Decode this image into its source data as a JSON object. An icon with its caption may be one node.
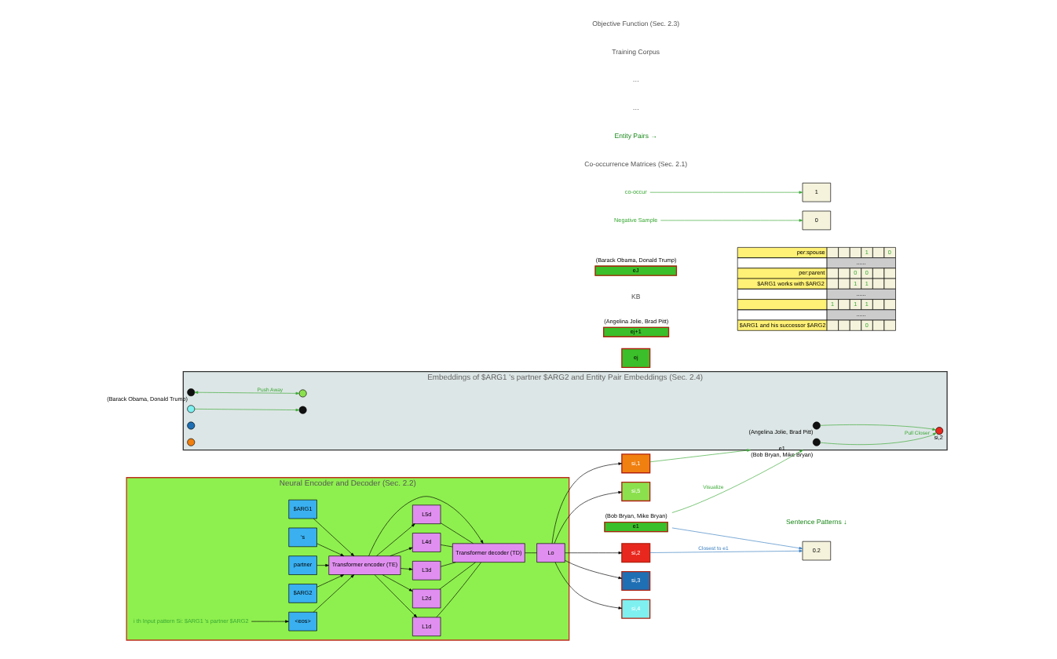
{
  "diagram": {
    "nodes": [
      {
        "text": [
          "Embeddings of $ARG1 's partner $ARG2 and Entity Pair Embeddings (Sec. 2.4)"
        ]
      },
      {
        "text": [],
        "shape": "circle",
        "in": 0,
        "beside": [
          "(Barack Obama, Donald Trump)"
        ]
      },
      {
        "text": [],
        "shape": "circle",
        "in": 0
      },
      {
        "text": [],
        "shape": "circle",
        "in": 0
      },
      {
        "text": [],
        "shape": "circle",
        "in": 0
      },
      {
        "text": [],
        "shape": "circle",
        "in": 0
      },
      {
        "text": [],
        "shape": "circle",
        "in": 0
      },
      {
        "text": [],
        "shape": "circle",
        "in": 0,
        "beside": [
          "si,2"
        ]
      },
      {
        "text": [],
        "shape": "circle",
        "in": 0,
        "beside": [
          "(Angelina Jolie, Brad Pitt)"
        ]
      },
      {
        "text": [],
        "shape": "circle",
        "in": 0,
        "beside": [
          "e1",
          "(Bob Bryan, Mike Bryan)"
        ]
      },
      {
        "text": [
          "Neural Encoder and Decoder (Sec. 2.2)"
        ]
      },
      {
        "text": [
          "$ARG1"
        ],
        "in": 10
      },
      {
        "text": [
          "‘s"
        ],
        "in": 10
      },
      {
        "text": [
          "partner"
        ],
        "in": 10
      },
      {
        "text": [
          "$ARG2"
        ],
        "in": 10
      },
      {
        "text": [
          "<eos>"
        ],
        "in": 10
      },
      {
        "text": [
          "Transformer encoder (TE)"
        ],
        "in": 10
      },
      {
        "text": [
          "L1d"
        ],
        "in": 10
      },
      {
        "text": [
          "L2d"
        ],
        "in": 10
      },
      {
        "text": [
          "L3d"
        ],
        "in": 10
      },
      {
        "text": [
          "L4d"
        ],
        "in": 10
      },
      {
        "text": [
          "L5d"
        ],
        "in": 10
      },
      {
        "text": [
          "Transformer decoder (TD)"
        ],
        "in": 10
      },
      {
        "text": [
          "Lo"
        ],
        "in": 10
      },
      {
        "text": [
          "i th Input pattern Si: $ARG1 's partner $ARG2"
        ],
        "in": 10
      },
      {
        "text": [
          "si,1"
        ]
      },
      {
        "text": [
          "si,2"
        ]
      },
      {
        "text": [
          "si,3"
        ]
      },
      {
        "text": [
          "si,4"
        ]
      },
      {
        "text": [
          "si,5"
        ]
      },
      {
        "text": [
          "e1"
        ],
        "beside": [
          "(Bob Bryan, Mike Bryan)"
        ]
      },
      {
        "text": [
          "ej"
        ]
      },
      {
        "text": [
          "ej+1"
        ],
        "beside": [
          "(Angelina Jolie, Brad Pitt)"
        ]
      },
      {
        "text": [
          "eJ"
        ],
        "beside": [
          "(Barack Obama, Donald Trump)"
        ]
      },
      {
        "text": [
          "0.2"
        ]
      },
      {
        "text": [
          "0"
        ]
      },
      {
        "text": [
          "1"
        ]
      },
      {
        "text": [
          "Negative Sample"
        ]
      },
      {
        "text": [
          "co-occur"
        ]
      }
    ],
    "edges": [
      {
        "from": 1,
        "to": 2,
        "arrow": "both",
        "label": "Push Away",
        "color": "#3aa935"
      },
      {
        "from": 4,
        "to": 3,
        "arrow": "to",
        "color": "#3aa935"
      },
      {
        "from": 8,
        "to": 7,
        "arrow": "to",
        "color": "#3aa935"
      },
      {
        "from": 9,
        "to": 7,
        "arrow": "to",
        "label": "Pull Closer",
        "color": "#3aa935"
      },
      {
        "from": 11,
        "to": 16,
        "arrow": "to"
      },
      {
        "from": 12,
        "to": 16,
        "arrow": "to"
      },
      {
        "from": 13,
        "to": 16,
        "arrow": "to"
      },
      {
        "from": 14,
        "to": 16,
        "arrow": "to"
      },
      {
        "from": 15,
        "to": 16,
        "arrow": "to"
      },
      {
        "from": 16,
        "to": 17,
        "arrow": "to"
      },
      {
        "from": 16,
        "to": 18,
        "arrow": "to"
      },
      {
        "from": 16,
        "to": 19,
        "arrow": "to"
      },
      {
        "from": 16,
        "to": 20,
        "arrow": "to"
      },
      {
        "from": 16,
        "to": 21,
        "arrow": "to"
      },
      {
        "from": 16,
        "to": 22,
        "arrow": "to"
      },
      {
        "from": 17,
        "to": 22,
        "arrow": "none"
      },
      {
        "from": 18,
        "to": 22,
        "arrow": "none"
      },
      {
        "from": 19,
        "to": 22,
        "arrow": "none"
      },
      {
        "from": 20,
        "to": 22,
        "arrow": "none"
      },
      {
        "from": 21,
        "to": 22,
        "arrow": "none"
      },
      {
        "from": 22,
        "to": 23,
        "arrow": "none"
      },
      {
        "from": 23,
        "to": 25,
        "arrow": "to"
      },
      {
        "from": 23,
        "to": 26,
        "arrow": "to"
      },
      {
        "from": 23,
        "to": 27,
        "arrow": "to"
      },
      {
        "from": 23,
        "to": 28,
        "arrow": "to"
      },
      {
        "from": 23,
        "to": 29,
        "arrow": "to"
      },
      {
        "from": 24,
        "to": 15,
        "arrow": "to"
      },
      {
        "from": 30,
        "to": 0,
        "arrow": "to",
        "label": "Visualize",
        "color": "#3aa935"
      },
      {
        "from": 25,
        "to": 0,
        "arrow": "to",
        "color": "#3aa935"
      },
      {
        "from": 30,
        "to": 34,
        "arrow": "to",
        "color": "#3a7fc1"
      },
      {
        "from": 26,
        "to": 34,
        "arrow": "to",
        "label": "Closest to e1",
        "color": "#3a7fc1"
      },
      {
        "from": 37,
        "to": 35,
        "arrow": "to",
        "color": "#3aa935"
      },
      {
        "from": 38,
        "to": 36,
        "arrow": "to",
        "color": "#3aa935"
      }
    ],
    "labels": [
      "Co-occurrence Matrices (Sec. 2.1)",
      "Entity Pairs →",
      "Sentence Patterns ↓",
      "…",
      "…",
      "per:spouse",
      "1",
      "0",
      "......",
      "per:parent",
      "0",
      "0",
      "$ARG1 works with $ARG2",
      "1",
      "1",
      "......",
      "1",
      "1",
      "1",
      "......",
      "$ARG1 and his successor $ARG2",
      "0",
      "KB",
      "Training Corpus",
      "Objective Function (Sec. 2.3)"
    ]
  }
}
